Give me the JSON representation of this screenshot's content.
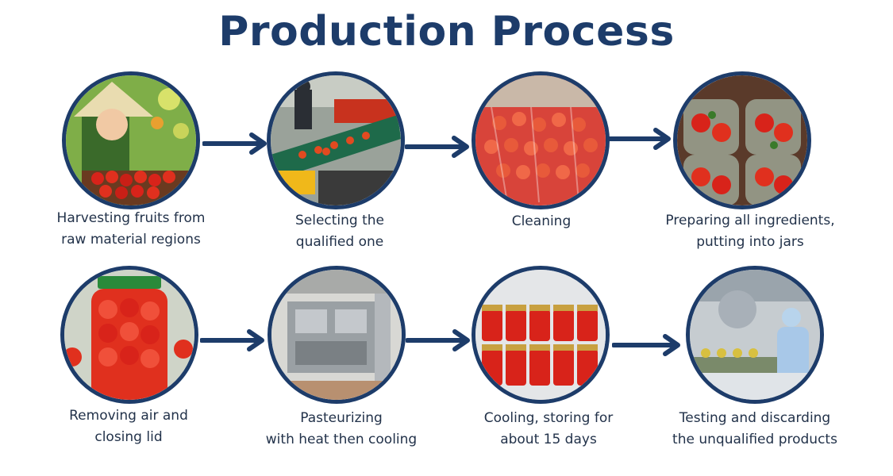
{
  "title": "Production Process",
  "colors": {
    "navy": "#1d3c6a",
    "tomato": "#e0301e"
  },
  "steps": [
    {
      "icon": "harvesting-photo-icon",
      "lines": [
        "Harvesting fruits from",
        "raw material regions"
      ]
    },
    {
      "icon": "sorting-photo-icon",
      "lines": [
        "Selecting the",
        "qualified one"
      ]
    },
    {
      "icon": "cleaning-photo-icon",
      "lines": [
        "Cleaning"
      ]
    },
    {
      "icon": "jars-photo-icon",
      "lines": [
        "Preparing all ingredients,",
        "putting into jars"
      ]
    },
    {
      "icon": "sealed-jar-photo-icon",
      "lines": [
        "Removing air and",
        "closing lid"
      ]
    },
    {
      "icon": "pasteurizer-photo-icon",
      "lines": [
        "Pasteurizing",
        "with heat then cooling"
      ]
    },
    {
      "icon": "stored-jars-photo-icon",
      "lines": [
        "Cooling, storing for",
        "about 15 days"
      ]
    },
    {
      "icon": "testing-photo-icon",
      "lines": [
        "Testing and discarding",
        "the unqualified products"
      ]
    }
  ]
}
